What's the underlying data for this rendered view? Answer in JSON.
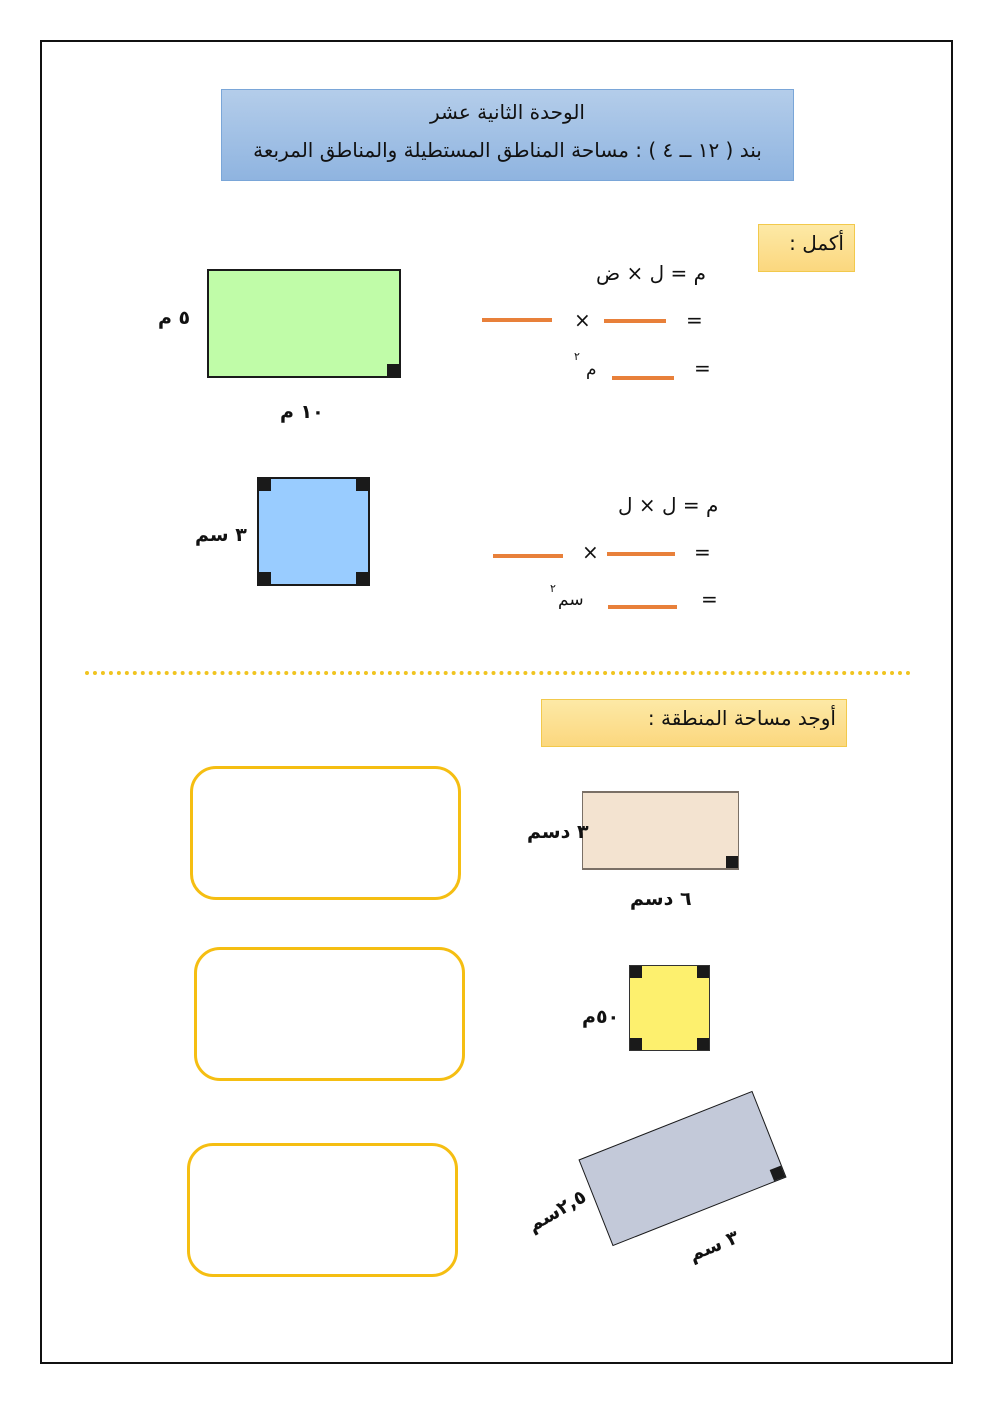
{
  "header": {
    "unit": "الوحدة الثانية  عشر",
    "lesson": "بند ( ١٢ ــ ٤ ) : مساحة المناطق المستطيلة والمناطق المربعة"
  },
  "section1": {
    "title": "أكمل :",
    "rect": {
      "width_label": "١٠ م",
      "height_label": "٥ م",
      "color": "#c0fca8",
      "formula": "م = ل × ض",
      "times": "×",
      "eq": "=",
      "unit": "م",
      "sup": "٢"
    },
    "square": {
      "side_label": "٣ سم",
      "color": "#99ccff",
      "formula": "م = ل × ل",
      "times": "×",
      "eq": "=",
      "unit": "سم",
      "sup": "٢"
    }
  },
  "section2": {
    "title": "أوجد مساحة المنطقة :",
    "shapes": [
      {
        "width_label": "٦ دسم",
        "height_label": "٣ دسم",
        "color": "#f3e3d0"
      },
      {
        "side_label": "٥٠م",
        "color": "#fdf06e"
      },
      {
        "width_label": "٣ سم",
        "height_label": "٢,٥سم",
        "color": "#c3c9d9"
      }
    ]
  }
}
